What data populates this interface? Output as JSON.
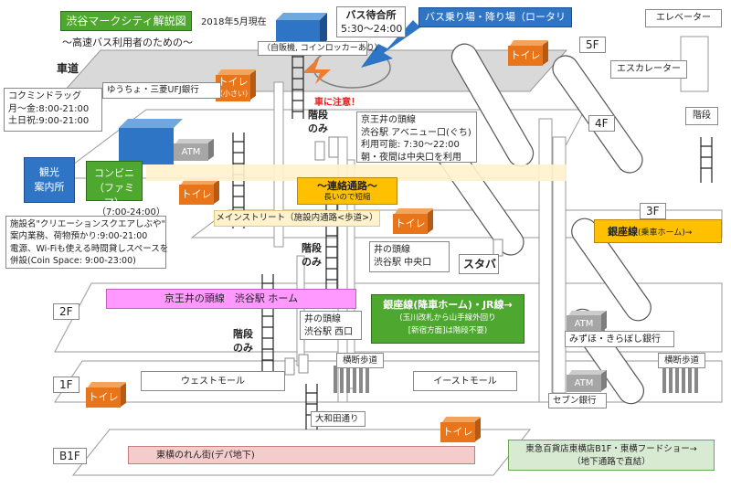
{
  "header": {
    "title": "渋谷マークシティ解説図",
    "date": "2018年5月現在",
    "subtitle": "～高速バス利用者のための～"
  },
  "floors": {
    "f5": "5F",
    "f4": "4F",
    "f3": "3F",
    "f2": "2F",
    "f1": "1F",
    "b1": "B1F"
  },
  "bus": {
    "waiting_title": "バス待合所",
    "waiting_hours": "5:30～24:00",
    "waiting_note": "（自販機, コインロッカーあり）",
    "rotary_label": "バス乗り場・降り場（ロータリー）",
    "road_label": "車道",
    "caution": "車に注意！"
  },
  "upper_right": {
    "elevator": "エレベーター",
    "escalator": "エスカレーター",
    "stairs": "階段"
  },
  "toilets": {
    "label": "トイレ",
    "small_note": "（小さい）"
  },
  "atm_label": "ATM",
  "bank_label": "ゆうちょ・三菱UFJ銀行",
  "drugstore": {
    "name": "コクミンドラッグ",
    "weekday": "月～金:8:00-21:00",
    "weekend": "土日祝:9:00-21:00"
  },
  "tourist": {
    "line1": "観光",
    "line2": "案内所"
  },
  "convenience": {
    "line1": "コンビニ",
    "line2": "（ファミマ）",
    "hours": "（7:00-24:00）"
  },
  "facility": {
    "line1": "施設名\"クリエーションスクエアしぶや\"",
    "line2": "案内業務、荷物預かり:9:00-21:00",
    "line3": "電源、Wi-Fiも使える時間貸しスペースを",
    "line4": "併設(Coin Space: 9:00-23:00)"
  },
  "stairs_only": {
    "a": "階段",
    "b": "のみ"
  },
  "avenue_exit": {
    "line1": "京王井の頭線",
    "line2": "渋谷駅 アベニュー口(ぐち)",
    "line3": "利用可能: 7:30～22:00",
    "line4": "朝・夜間は中央口を利用"
  },
  "corridor": {
    "title": "～連絡通路～",
    "note": "長いので短縮"
  },
  "main_street": "メインストリート（施設内通路<歩道>）",
  "central_exit": {
    "line1": "井の頭線",
    "line2": "渋谷駅 中央口"
  },
  "starbucks": "スタバ",
  "ginza_3f": {
    "name": "銀座線",
    "sub": "(乗車ホーム)→"
  },
  "keio_home": "京王井の頭線　渋谷駅 ホーム",
  "ginza_jr": {
    "title": "銀座線(降車ホーム)・JR線→",
    "line2": "(玉川改札から山手線外回り",
    "line3": "[新宿方面]は階段不要)"
  },
  "west_exit": {
    "line1": "井の頭線",
    "line2": "渋谷駅 西口"
  },
  "mizuho": "みずほ・きらぼし銀行",
  "crosswalk": "横断歩道",
  "west_mall": "ウェストモール",
  "east_mall": "イーストモール",
  "seven_bank": "セブン銀行",
  "owada": "大和田通り",
  "tokyu_food": "東横のれん街(デパ地下)",
  "tokyu_dept": {
    "line1": "東急百貨店東横店B1F・東横フードショー→",
    "line2": "（地下通路で直結）"
  },
  "colors": {
    "toilet": "#e8751a",
    "atm": "#a6a6a6",
    "blue": "#2e75c6",
    "green": "#4ea72e",
    "pink": "#ff99ff",
    "orange_arrow": "#ed7d31",
    "ginza_yellow": "#ffc000"
  }
}
